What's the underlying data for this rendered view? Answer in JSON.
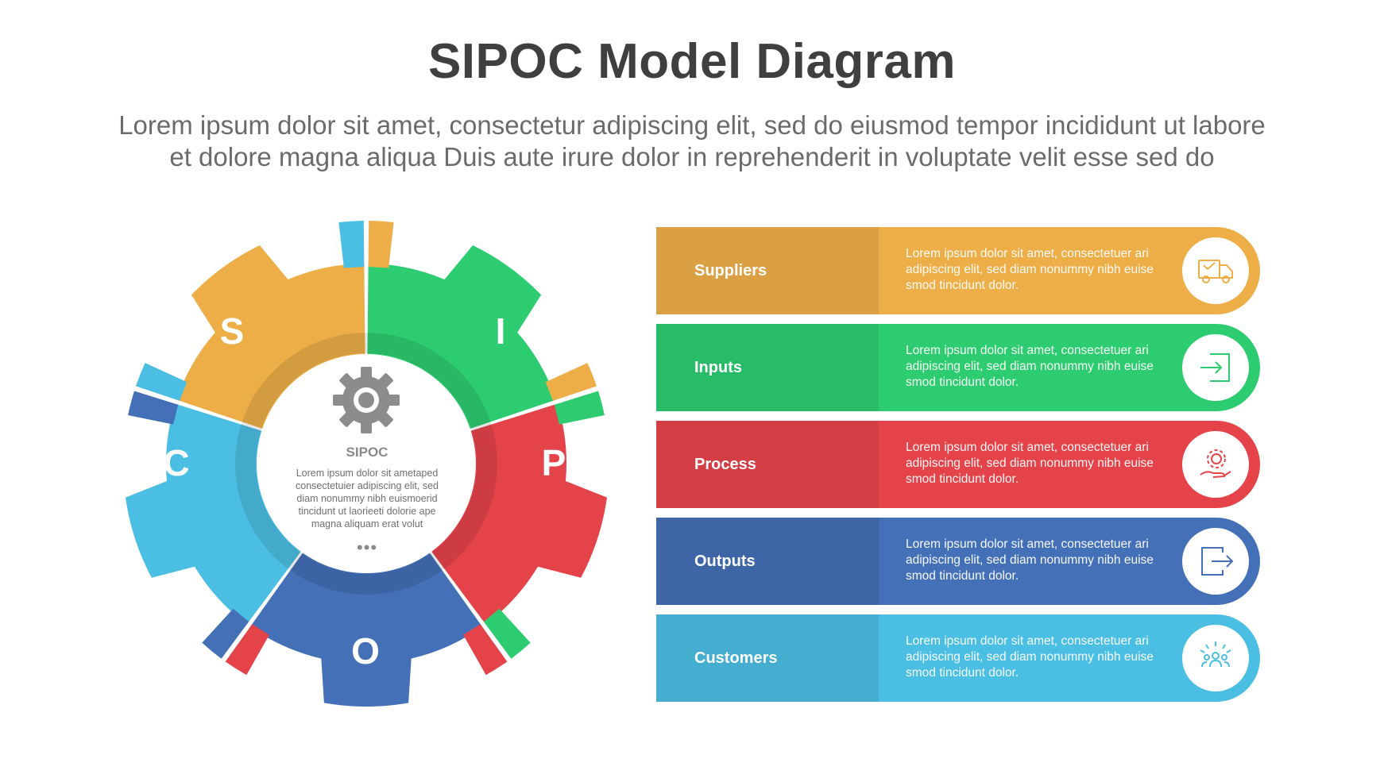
{
  "header": {
    "title": "SIPOC Model Diagram",
    "subtitle_line1": "Lorem ipsum dolor sit amet, consectetur adipiscing elit, sed do eiusmod tempor incididunt ut labore",
    "subtitle_line2": "et dolore magna aliqua Duis aute irure dolor in reprehenderit in voluptate velit esse sed do"
  },
  "gear": {
    "center_title": "SIPOC",
    "center_text": [
      "Lorem ipsum dolor sit ametaped",
      "consectetuier adipiscing elit, sed",
      "diam nonummy nibh euismoerid",
      "tincidunt ut laorieeti dolorie ape",
      "magna aliquam erat volut"
    ],
    "center_dots": "•••",
    "center_icon": "gear-icon",
    "segments": [
      {
        "letter": "S",
        "color": "#EDAE48"
      },
      {
        "letter": "I",
        "color": "#2ECC71"
      },
      {
        "letter": "P",
        "color": "#E5434A"
      },
      {
        "letter": "O",
        "color": "#4370B7"
      },
      {
        "letter": "C",
        "color": "#4BBEE3"
      }
    ]
  },
  "rows": [
    {
      "label": "Suppliers",
      "text": [
        "Lorem ipsum dolor sit amet, consectetuer ari",
        "adipiscing elit, sed diam nonummy nibh euise",
        "smod tincidunt  dolor."
      ],
      "icon": "delivery-truck-icon",
      "color": "#EDAE48",
      "dark": "#DCA044"
    },
    {
      "label": "Inputs",
      "text": [
        "Lorem ipsum dolor sit amet, consectetuer ari",
        "adipiscing elit, sed diam nonummy nibh euise",
        "smod tincidunt  dolor."
      ],
      "icon": "login-arrow-icon",
      "color": "#2ECC71",
      "dark": "#29BC68"
    },
    {
      "label": "Process",
      "text": [
        "Lorem ipsum dolor sit amet, consectetuer ari",
        "adipiscing elit, sed diam nonummy nibh euise",
        "smod tincidunt  dolor."
      ],
      "icon": "hand-gear-icon",
      "color": "#E5434A",
      "dark": "#D33D44"
    },
    {
      "label": "Outputs",
      "text": [
        "Lorem ipsum dolor sit amet, consectetuer ari",
        "adipiscing elit, sed diam nonummy nibh euise",
        "smod tincidunt  dolor."
      ],
      "icon": "logout-arrow-icon",
      "color": "#4370B7",
      "dark": "#3E66A7"
    },
    {
      "label": "Customers",
      "text": [
        "Lorem ipsum dolor sit amet, consectetuer ari",
        "adipiscing elit, sed diam nonummy nibh euise",
        "smod tincidunt  dolor."
      ],
      "icon": "customers-group-icon",
      "color": "#4BBEE3",
      "dark": "#45ADD0"
    }
  ]
}
